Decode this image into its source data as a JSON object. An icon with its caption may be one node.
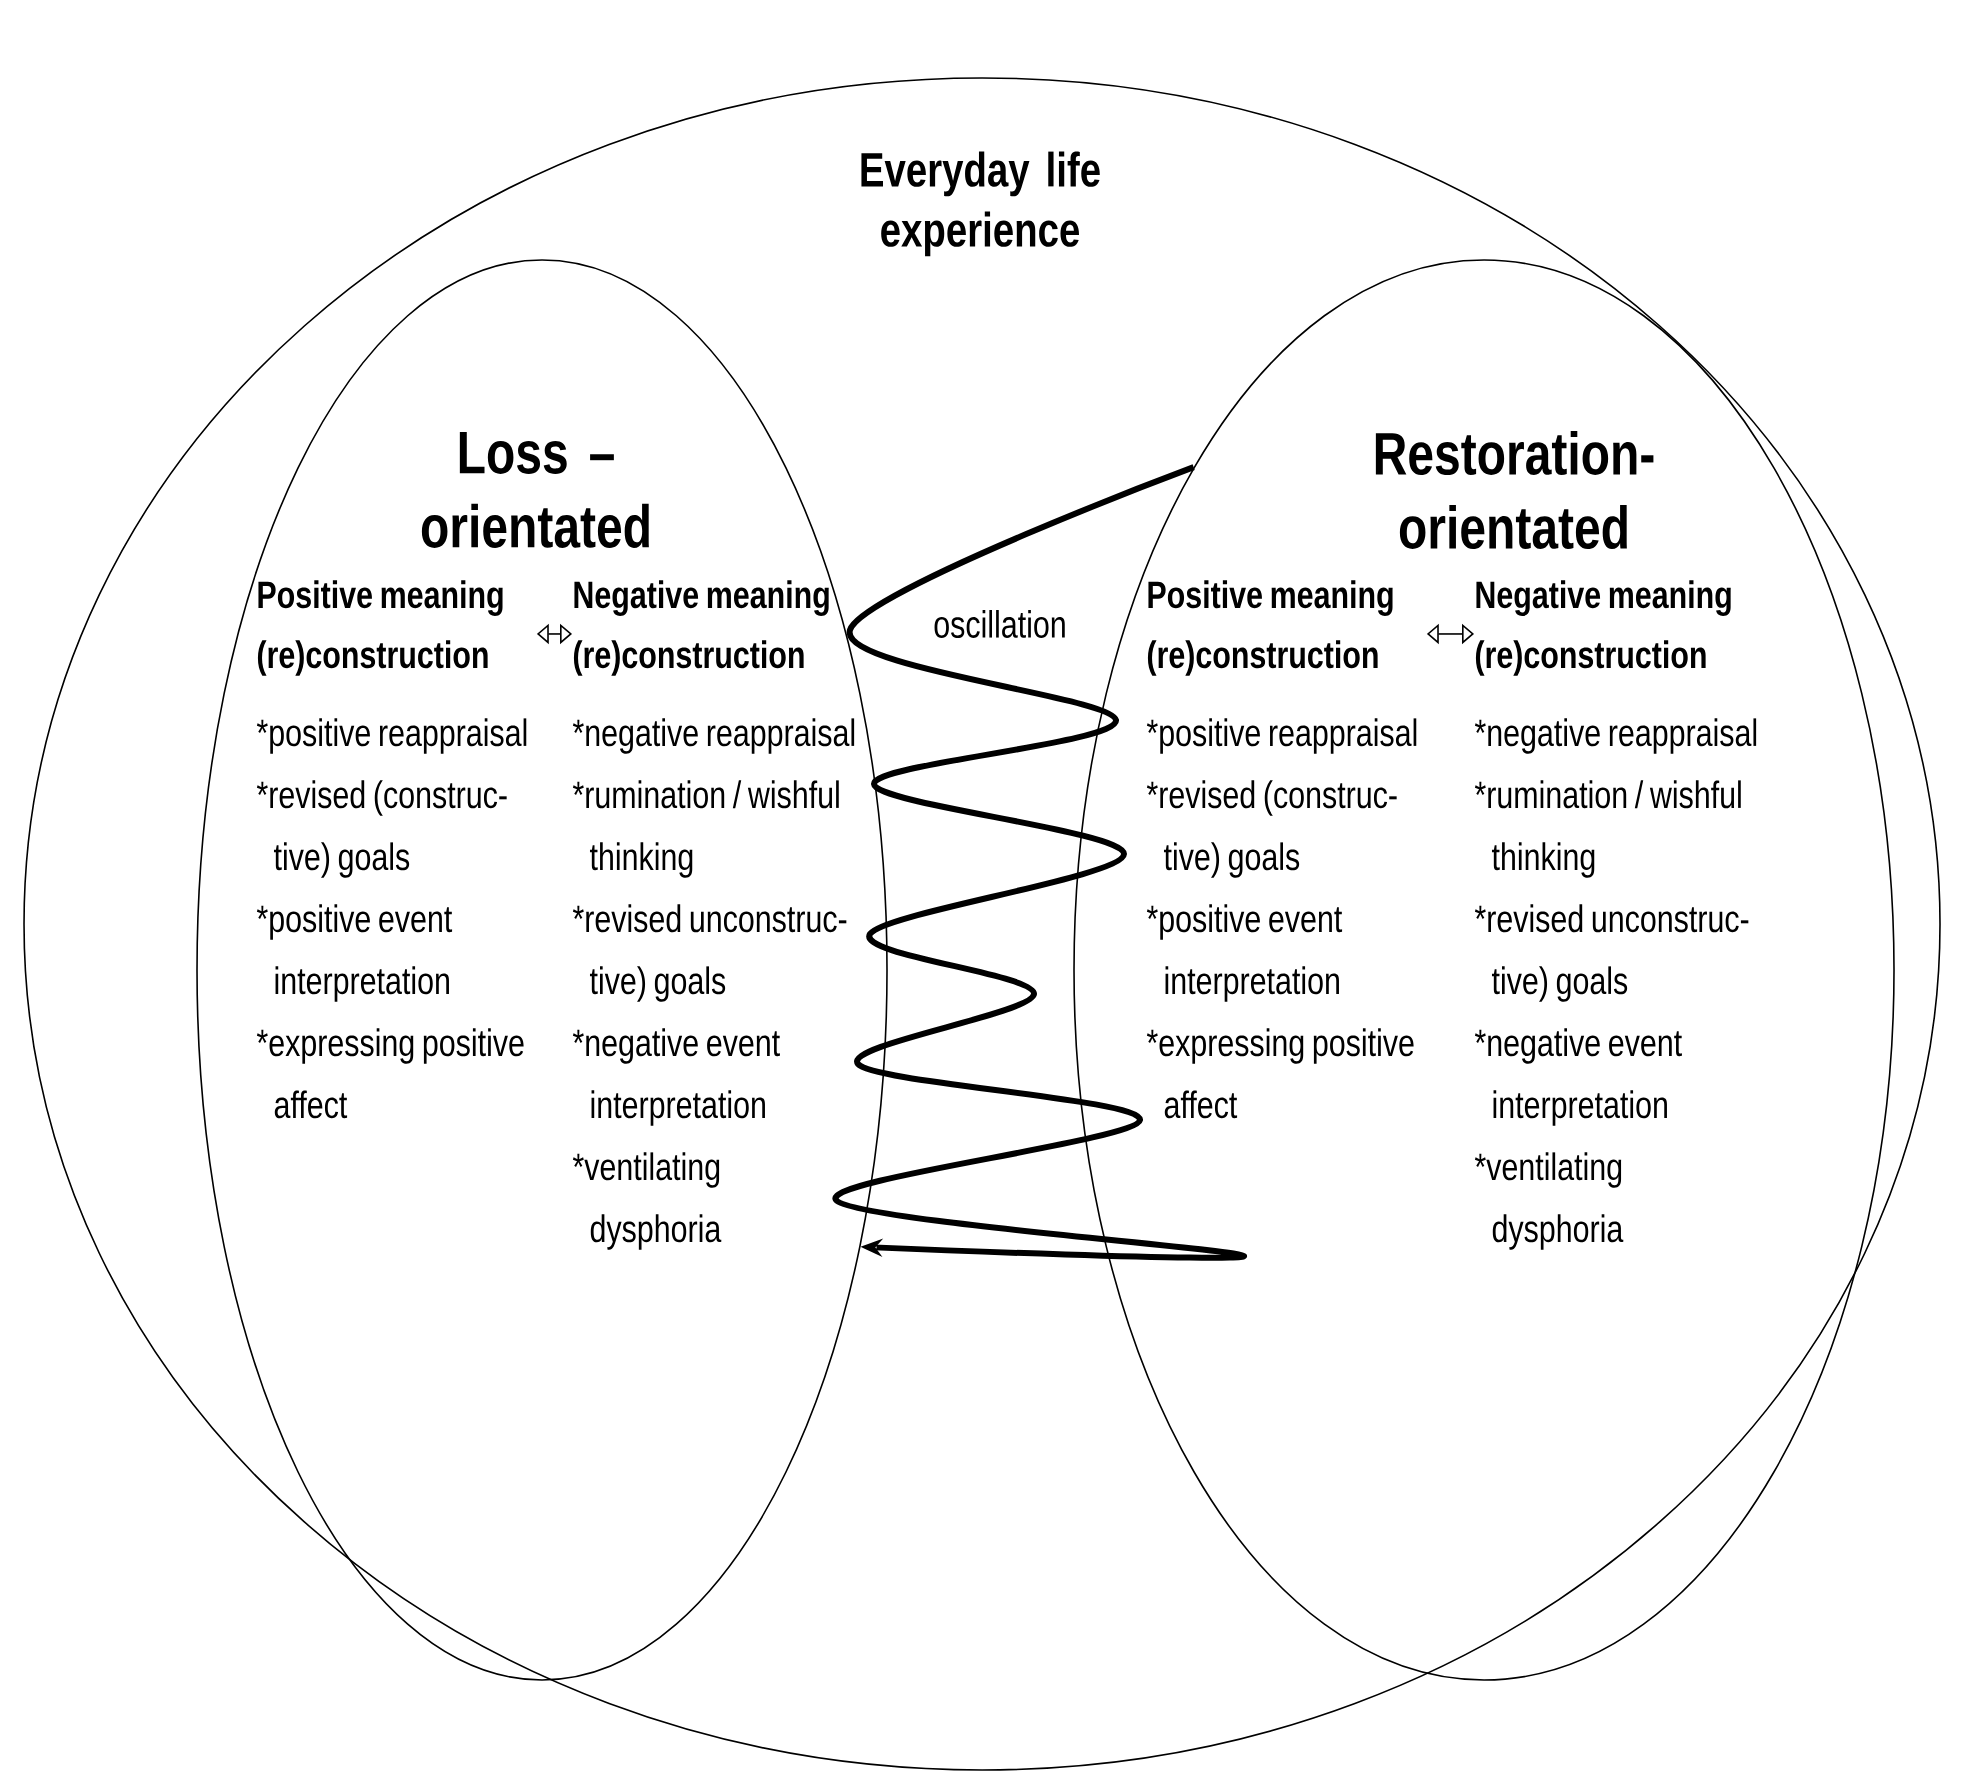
{
  "diagram": {
    "nodes": [
      {
        "text": [
          "Everyday life experience"
        ]
      },
      {
        "text": [
          "Loss – orientated"
        ],
        "in": 0
      },
      {
        "text": [
          "Positive meaning (re)construction",
          "*positive reappraisal",
          "*revised (construc- tive) goals",
          "*positive event interpretation",
          "*expressing positive affect"
        ],
        "in": 1
      },
      {
        "text": [
          "Negative meaning (re)construction",
          "*negative reappraisal",
          "*rumination / wishful thinking",
          "*revised unconstruc- tive) goals",
          "*negative event interpretation",
          "*ventilating dysphoria"
        ],
        "in": 1
      },
      {
        "text": [
          "Restoration- orientated"
        ],
        "in": 0
      },
      {
        "text": [
          "Positive meaning (re)construction",
          "*positive reappraisal",
          "*revised (construc- tive) goals",
          "*positive event interpretation",
          "*expressing positive affect"
        ],
        "in": 4
      },
      {
        "text": [
          "Negative meaning (re)construction",
          "*negative reappraisal",
          "*rumination / wishful thinking",
          "*revised unconstruc- tive) goals",
          "*negative event interpretation",
          "*ventilating dysphoria"
        ],
        "in": 4
      }
    ],
    "edges": [
      {
        "from": 2,
        "to": 3,
        "arrow": "both"
      },
      {
        "from": 5,
        "to": 6,
        "arrow": "both"
      },
      {
        "from": 4,
        "to": 1,
        "arrow": "to",
        "label": "oscillation",
        "style": "thick"
      }
    ]
  }
}
